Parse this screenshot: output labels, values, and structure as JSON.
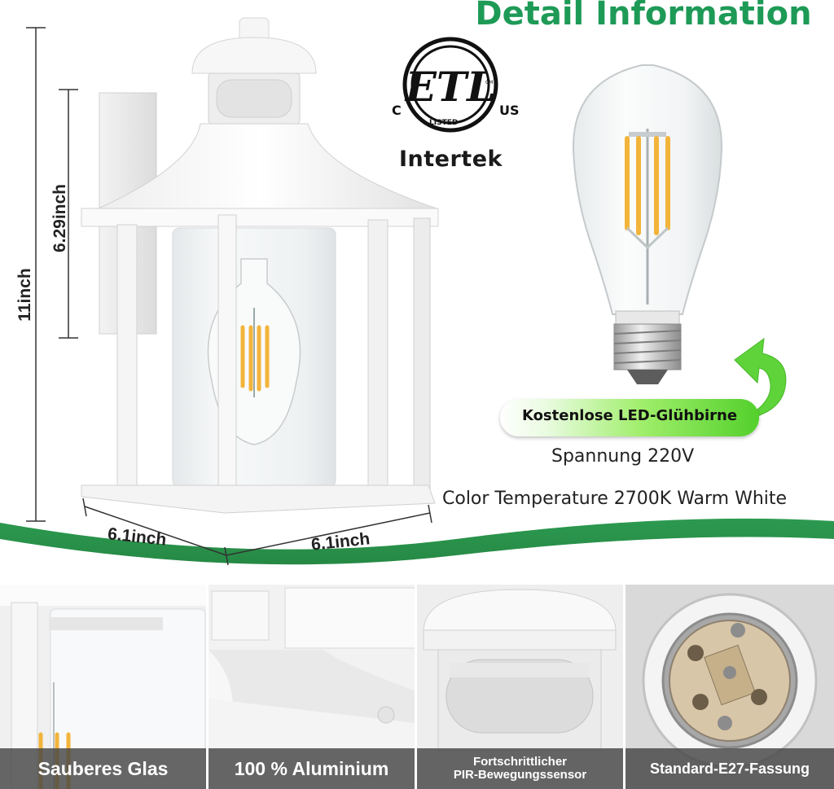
{
  "header": {
    "title": "Detail Information"
  },
  "dimensions": {
    "height_total": "11inch",
    "height_cage": "6.29inch",
    "width_front": "6.1inch",
    "width_side": "6.1inch"
  },
  "certification": {
    "mark": "ETL",
    "left_code": "C",
    "right_code": "US",
    "small_mark": "CM",
    "listed_label": "LISTED",
    "brand": "Intertek"
  },
  "bulb": {
    "badge_label": "Kostenlose LED-Glühbirne",
    "voltage": "Spannung 220V",
    "color_temperature": "Color Temperature 2700K Warm White"
  },
  "details": [
    {
      "label": "Sauberes Glas"
    },
    {
      "label": "100 % Aluminium"
    },
    {
      "label": "Fortschrittlicher",
      "label2": "PIR-Bewegungssensor"
    },
    {
      "label": "Standard-E27-Fassung"
    }
  ],
  "colors": {
    "brand_green": "#1e9a57",
    "band_green": "#2c8f4a",
    "badge_green": "#53d02c",
    "filament": "#f2b43a"
  }
}
